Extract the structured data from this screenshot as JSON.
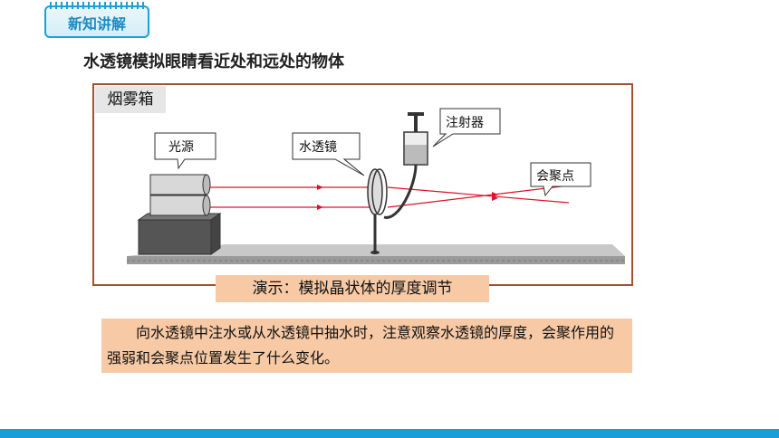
{
  "badge": {
    "label": "新知讲解"
  },
  "page_title": "水透镜模拟眼睛看近处和远处的物体",
  "figure": {
    "box_label": "烟雾箱",
    "callouts": {
      "light_source": "光源",
      "water_lens": "水透镜",
      "syringe": "注射器",
      "focal_point": "会聚点"
    }
  },
  "caption": "演示：模拟晶状体的厚度调节",
  "note": "　　向水透镜中注水或从水透镜中抽水时，注意观察水透镜的厚度，会聚作用的强弱和会聚点位置发生了什么变化。",
  "colors": {
    "accent": "#1a9dd8",
    "frame": "#a0522d",
    "highlight": "#f7c9a4",
    "ray": "#e0102a"
  }
}
